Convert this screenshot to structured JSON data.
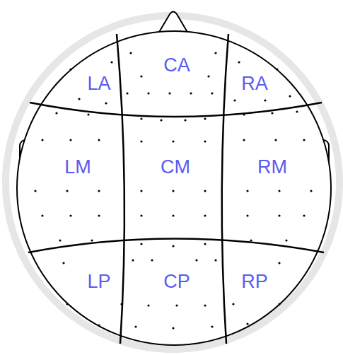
{
  "diagram": {
    "labels": [
      "LA",
      "CA",
      "RA",
      "LM",
      "CM",
      "RM",
      "LP",
      "CP",
      "RP"
    ]
  }
}
